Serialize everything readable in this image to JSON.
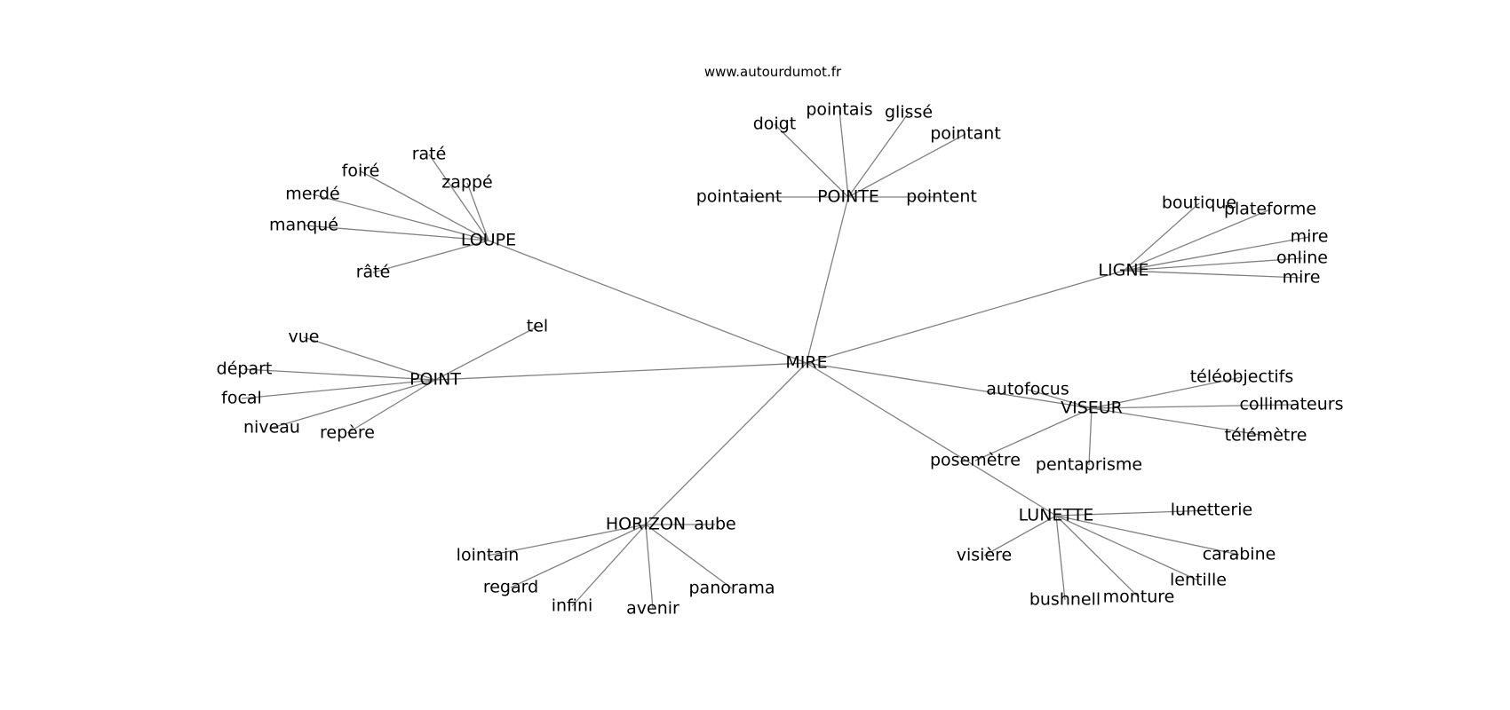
{
  "header": {
    "site": "www.autourdumot.fr"
  },
  "graph": {
    "center": "MIRE",
    "nodes": {
      "MIRE": "MIRE",
      "POINTE": "POINTE",
      "doigt": "doigt",
      "pointais": "pointais",
      "glisse": "glissé",
      "pointant": "pointant",
      "pointaient": "pointaient",
      "pointent": "pointent",
      "LOUPE": "LOUPE",
      "rate": "raté",
      "foire": "foiré",
      "zappe": "zappé",
      "merde": "merdé",
      "manque": "manqué",
      "rate2": "râté",
      "LIGNE": "LIGNE",
      "boutique": "boutique",
      "plateforme": "plateforme",
      "mire1": "mire",
      "online": "online",
      "mire2": "mire",
      "POINT": "POINT",
      "tel": "tel",
      "vue": "vue",
      "depart": "départ",
      "focal": "focal",
      "niveau": "niveau",
      "repere": "repère",
      "VISEUR": "VISEUR",
      "autofocus": "autofocus",
      "teleobjectifs": "téléobjectifs",
      "collimateurs": "collimateurs",
      "telemetre": "télémètre",
      "posemetre": "posemètre",
      "pentaprisme": "pentaprisme",
      "LUNETTE": "LUNETTE",
      "lunetterie": "lunetterie",
      "visiere": "visière",
      "carabine": "carabine",
      "lentille": "lentille",
      "bushnell": "bushnell",
      "monture": "monture",
      "HORIZON": "HORIZON",
      "aube": "aube",
      "lointain": "lointain",
      "regard": "regard",
      "infini": "infini",
      "avenir": "avenir",
      "panorama": "panorama"
    },
    "edges": [
      [
        "MIRE",
        "POINTE"
      ],
      [
        "MIRE",
        "LOUPE"
      ],
      [
        "MIRE",
        "LIGNE"
      ],
      [
        "MIRE",
        "POINT"
      ],
      [
        "MIRE",
        "VISEUR"
      ],
      [
        "MIRE",
        "LUNETTE"
      ],
      [
        "MIRE",
        "HORIZON"
      ],
      [
        "POINTE",
        "doigt"
      ],
      [
        "POINTE",
        "pointais"
      ],
      [
        "POINTE",
        "glisse"
      ],
      [
        "POINTE",
        "pointant"
      ],
      [
        "POINTE",
        "pointaient"
      ],
      [
        "POINTE",
        "pointent"
      ],
      [
        "LOUPE",
        "rate"
      ],
      [
        "LOUPE",
        "foire"
      ],
      [
        "LOUPE",
        "zappe"
      ],
      [
        "LOUPE",
        "merde"
      ],
      [
        "LOUPE",
        "manque"
      ],
      [
        "LOUPE",
        "rate2"
      ],
      [
        "LIGNE",
        "boutique"
      ],
      [
        "LIGNE",
        "plateforme"
      ],
      [
        "LIGNE",
        "mire1"
      ],
      [
        "LIGNE",
        "online"
      ],
      [
        "LIGNE",
        "mire2"
      ],
      [
        "POINT",
        "tel"
      ],
      [
        "POINT",
        "vue"
      ],
      [
        "POINT",
        "depart"
      ],
      [
        "POINT",
        "focal"
      ],
      [
        "POINT",
        "niveau"
      ],
      [
        "POINT",
        "repere"
      ],
      [
        "VISEUR",
        "autofocus"
      ],
      [
        "VISEUR",
        "teleobjectifs"
      ],
      [
        "VISEUR",
        "collimateurs"
      ],
      [
        "VISEUR",
        "telemetre"
      ],
      [
        "VISEUR",
        "posemetre"
      ],
      [
        "VISEUR",
        "pentaprisme"
      ],
      [
        "LUNETTE",
        "lunetterie"
      ],
      [
        "LUNETTE",
        "visiere"
      ],
      [
        "LUNETTE",
        "carabine"
      ],
      [
        "LUNETTE",
        "lentille"
      ],
      [
        "LUNETTE",
        "bushnell"
      ],
      [
        "LUNETTE",
        "monture"
      ],
      [
        "HORIZON",
        "aube"
      ],
      [
        "HORIZON",
        "lointain"
      ],
      [
        "HORIZON",
        "regard"
      ],
      [
        "HORIZON",
        "infini"
      ],
      [
        "HORIZON",
        "avenir"
      ],
      [
        "HORIZON",
        "panorama"
      ]
    ]
  }
}
